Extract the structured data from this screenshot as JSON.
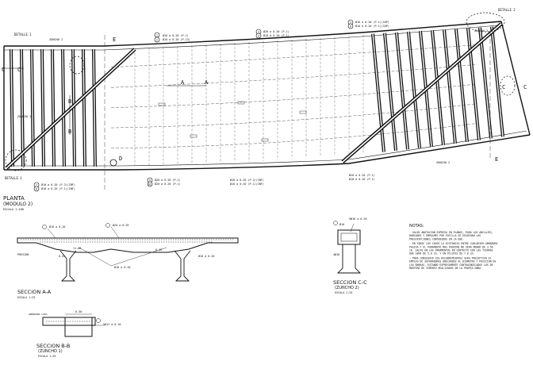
{
  "plan": {
    "title": "PLANTA",
    "subtitle": "(MODULO 2)",
    "scale": "ESCALA 1:100",
    "detalles": [
      "DETALLE 1",
      "DETALLE 2",
      "DETALLE 1"
    ],
    "zunchos": [
      "ZUNCHO 2",
      "ZUNCHO 1",
      "ZUNCHO 2",
      "ZUNCHO 2"
    ],
    "cut_marks": [
      "C",
      "C",
      "B",
      "B",
      "A",
      "A",
      "D",
      "E",
      "E",
      "C",
      "C"
    ],
    "rebar_callouts_top": [
      "Ø16 a 0.20 (P.1)",
      "Ø10 a 0.20 (P.13)",
      "Ø20 a 0.20 (P.1)",
      "Ø10 a 0.20 (P.1)",
      "Ø16 a 0.20 (P.1)(SUP)",
      "Ø10 a 0.20 (P.1)(SUP)"
    ],
    "rebar_callouts_bottom": [
      "Ø10 a 0.20 (P.2)(INF)",
      "Ø10 a 0.20 (P.1)(INF)",
      "Ø20 a 0.20 (P.1)",
      "Ø20 a 0.20 (P.1)",
      "Ø16 a 0.20 (P.2)(INF)",
      "Ø16 a 0.20 (P.1)(INF)",
      "Ø20 a 0.20 (P.1)",
      "Ø10 a 0.20 (P.1)"
    ],
    "bubbles": [
      "1",
      "2",
      "3",
      "4",
      "5",
      "6",
      "7",
      "8",
      "9",
      "10"
    ]
  },
  "section_aa": {
    "title": "SECCION A-A",
    "scale": "ESCALA 1:25",
    "labels": [
      "Ø10 a 0.20",
      "Ø20 a 0.20",
      "11.00",
      "0.45",
      "0.45",
      "PRESION",
      "Ø16 a 0.20",
      "Ø16 a 0.20"
    ]
  },
  "section_cc": {
    "title": "SECCION C-C",
    "subtitle": "(ZUNCHO 2)",
    "scale": "ESCALA 1:25",
    "labels": [
      "5Ø16 a 0.20",
      "Ø10",
      "4Ø16"
    ]
  },
  "section_bb": {
    "title": "SECCION B-B",
    "subtitle": "(ZUNCHO 1)",
    "scale": "ESCALA 1:25",
    "labels": [
      "0.50",
      "ARMADURA LOSA",
      "5Ø12 a 0.10"
    ]
  },
  "notes": {
    "heading": "NOTAS:",
    "items": [
      "- SALVO ANOTACION EXPRESA EN PLANOS, PARA LOS ANCLAJES, DOBLADOS Y EMPALMES POR PATILLA SE SEGUIRAN LAS PRESCRIPCIONES CONTENIDAS EN LA EHE.",
      "- EN TODOS LOS CASOS LA DISTANCIA ENTRE CUALQUIER ARMADURA PASIVA Y EL PARAMENTO MAS PROXIMO NO SERA MENOR DE 3.50 cm. SALVO EN LOS PARAMENTOS EN CONTACTO CON LAS TIERRAS QUE SERA DE 5.0 cm. Y EN PILOTES DE 7.0 cm.",
      "- PARA CONSEGUIR LOS RECUBRIMIENTOS SERA PRECEPTIVO EL EMPLEO DE SEPARADORES ADECUADOS AL DIAMETRO Y POSICION DE LAS BARRAS, ESTANDO EXPRESAMENTE CONTRAINDICADOS LOS DE MORTERO DE CEMENTO REALIZADOS EN LA PROPIA OBRA."
    ]
  }
}
